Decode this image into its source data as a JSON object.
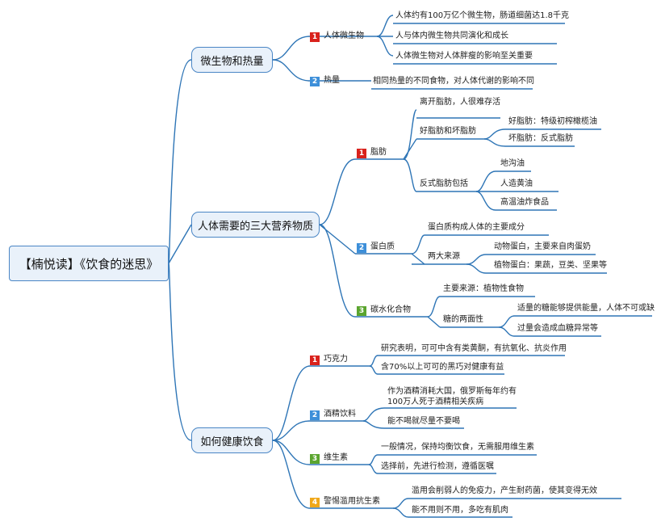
{
  "root": "【楠悦读】《饮食的迷思》",
  "branches": {
    "b1": {
      "label": "微生物和热量",
      "c1": {
        "num": "1",
        "label": "人体微生物",
        "items": [
          "人体约有100万亿个微生物，肠道细菌达1.8千克",
          "人与体内微生物共同演化和成长",
          "人体微生物对人体胖瘦的影响至关重要"
        ]
      },
      "c2": {
        "num": "2",
        "label": "热量",
        "items": [
          "相同热量的不同食物，对人体代谢的影响不同"
        ]
      }
    },
    "b2": {
      "label": "人体需要的三大营养物质",
      "c1": {
        "num": "1",
        "label": "脂肪",
        "i1": "离开脂肪，人很难存活",
        "i2": {
          "label": "好脂肪和坏脂肪",
          "items": [
            "好脂肪：特级初榨橄榄油",
            "坏脂肪：反式脂肪"
          ]
        },
        "i3": {
          "label": "反式脂肪包括",
          "items": [
            "地沟油",
            "人造黄油",
            "高温油炸食品"
          ]
        }
      },
      "c2": {
        "num": "2",
        "label": "蛋白质",
        "i1": "蛋白质构成人体的主要成分",
        "i2": {
          "label": "两大来源",
          "items": [
            "动物蛋白，主要来自肉蛋奶",
            "植物蛋白：果蔬，豆类、坚果等"
          ]
        }
      },
      "c3": {
        "num": "3",
        "label": "碳水化合物",
        "i1": "主要来源：植物性食物",
        "i2": {
          "label": "糖的两面性",
          "items": [
            "适量的糖能够提供能量，人体不可或缺",
            "过量会造成血糖异常等"
          ]
        }
      }
    },
    "b3": {
      "label": "如何健康饮食",
      "c1": {
        "num": "1",
        "label": "巧克力",
        "items": [
          "研究表明，可可中含有类黄酮，有抗氧化、抗炎作用",
          "含70%以上可可的黑巧对健康有益"
        ]
      },
      "c2": {
        "num": "2",
        "label": "酒精饮料",
        "i1": [
          "作为酒精消耗大国，俄罗斯每年约有",
          "100万人死于酒精相关疾病"
        ],
        "i2": "能不喝就尽量不要喝"
      },
      "c3": {
        "num": "3",
        "label": "维生素",
        "items": [
          "一般情况，保持均衡饮食，无需服用维生素",
          "选择前，先进行检测，遵循医嘱"
        ]
      },
      "c4": {
        "num": "4",
        "label": "警惕滥用抗生素",
        "items": [
          "滥用会削弱人的免疫力，产生耐药菌，使其变得无效",
          "能不用则不用，多吃有肌肉"
        ]
      }
    }
  }
}
